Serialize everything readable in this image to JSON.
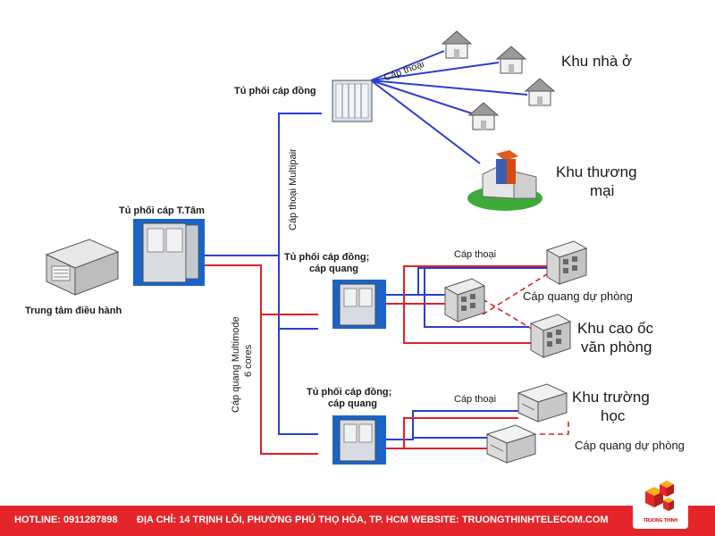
{
  "labels": {
    "center_room": "Trung tâm điều hành",
    "main_cabinet": "Tủ phối cáp T.Tâm",
    "copper_cabinet": "Tủ phối cáp đồng",
    "cabinet_office_l1": "Tủ phối cáp đồng;",
    "cabinet_office_l2": "cáp quang",
    "cabinet_school_l1": "Tủ phối cáp đồng;",
    "cabinet_school_l2": "cáp quang",
    "phone_line_top": "Cáp thoại",
    "phone_multipair": "Cáp thoại Multipair",
    "fiber_multimode_l1": "Cáp quang Multimode",
    "fiber_multimode_l2": "6 cores",
    "phone_line_office": "Cáp thoại",
    "phone_line_school": "Cáp thoại",
    "backup_fiber_office": "Cáp quang dự phòng",
    "backup_fiber_school": "Cáp quang dự phòng",
    "area_residential": "Khu nhà ở",
    "area_commercial_l1": "Khu thương",
    "area_commercial_l2": "mại",
    "area_office_l1": "Khu cao ốc",
    "area_office_l2": "văn phòng",
    "area_school_l1": "Khu trường",
    "area_school_l2": "học"
  },
  "colors": {
    "copper_line": "#2b3fd1",
    "fiber_line": "#e0202a",
    "footer_bg": "#e4262a"
  },
  "footer": {
    "hotline": "HOTLINE: 0911287898",
    "address": "ĐỊA CHỈ: 14 TRỊNH LỖI, PHƯỜNG PHÚ THỌ HÒA, TP. HCM",
    "website": "WEBSITE: TRUONGTHINHTELECOM.COM"
  },
  "logo": {
    "text": "TRUONG THINH"
  }
}
